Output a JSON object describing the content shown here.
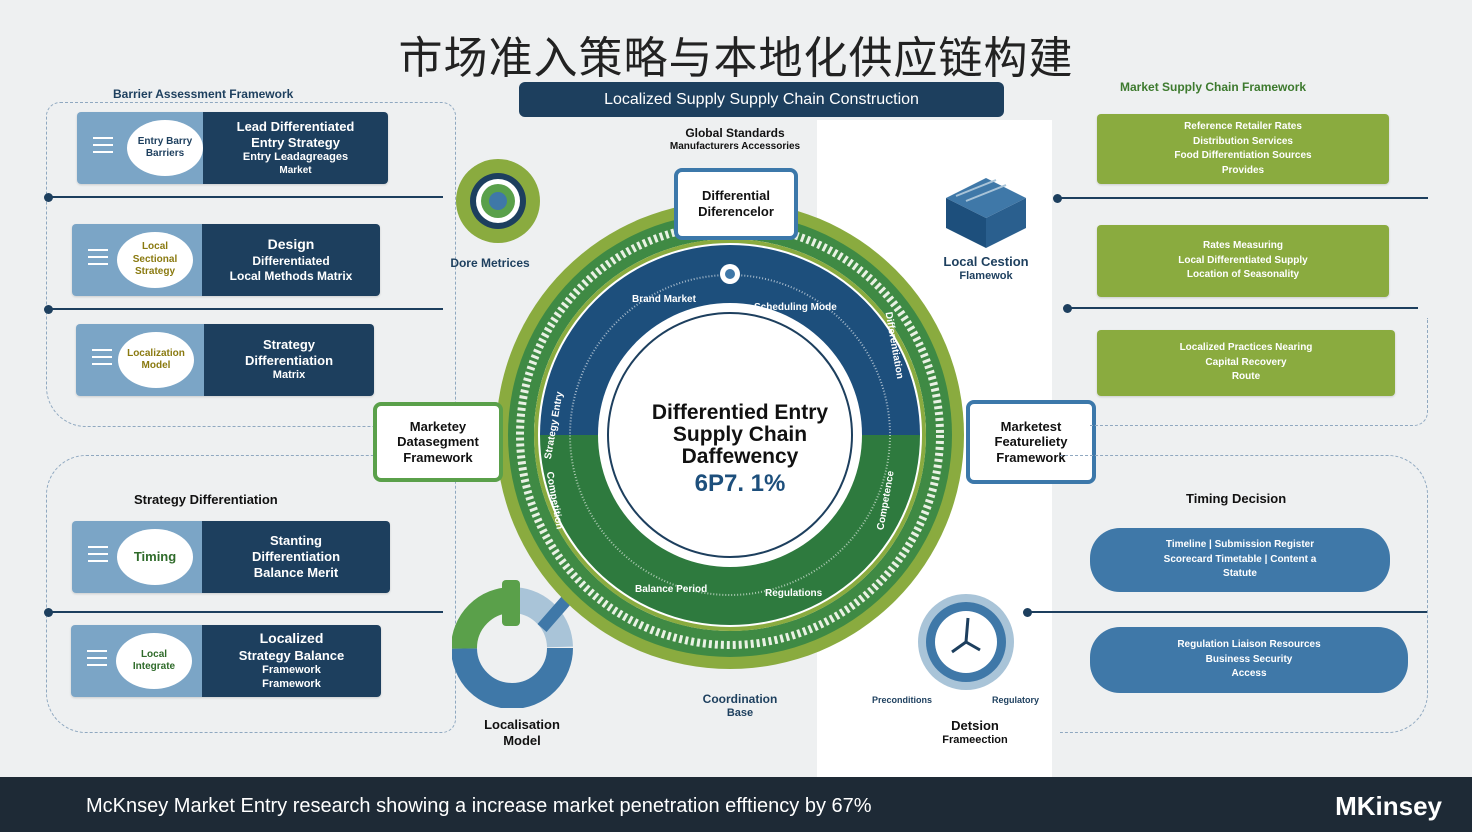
{
  "title": "市场准入策略与本地化供应链构建",
  "subtitle": "Localized Supply Supply Chain Construction",
  "left_section_head": "Barrier Assessment Framework",
  "left_cards": [
    {
      "bubble": "Entry Barry Barriers",
      "text": [
        "Lead Differentiated",
        "Entry Strategy",
        "Entry Leadagreages",
        "Market"
      ]
    },
    {
      "bubble": "Local Sectional Strategy",
      "text": [
        "Design",
        "Differentiated",
        "Local Methods Matrix"
      ]
    },
    {
      "bubble": "Localization Model",
      "text": [
        "Strategy",
        "Differentiation",
        "Matrix"
      ]
    }
  ],
  "left_section_head2": "Strategy Differentiation",
  "left_cards2": [
    {
      "bubble": "Timing",
      "text": [
        "Stanting",
        "Differentiation",
        "Balance Merit"
      ]
    },
    {
      "bubble": "Local Integrate",
      "text": [
        "Localized",
        "Strategy Balance",
        "Framework",
        "Framework"
      ]
    }
  ],
  "right_section_head": "Market Supply Chain Framework",
  "green_cards": [
    [
      "Reference Retailer Rates",
      "Distribution Services",
      "Food Differentiation Sources",
      "Provides"
    ],
    [
      "Rates Measuring",
      "Local Differentiated Supply",
      "Location of Seasonality"
    ],
    [
      "Localized Practices Nearing",
      "Capital Recovery",
      "Route"
    ]
  ],
  "right_section_head2": "Timing Decision",
  "blue_cards": [
    [
      "Timeline | Submission Register",
      "Scorecard Timetable | Content a",
      "Statute"
    ],
    [
      "Regulation Liaison Resources",
      "Business Security",
      "Access"
    ]
  ],
  "top_label": [
    "Global Standards",
    "Manufacturers Accessories"
  ],
  "top_box": [
    "Differential",
    "Diferencelor"
  ],
  "left_box": [
    "Marketey",
    "Datasegment",
    "Framework"
  ],
  "right_box": [
    "Marketest",
    "Featureliety",
    "Framework"
  ],
  "center": [
    "Differentied Entry",
    "Supply Chain",
    "Daffewency"
  ],
  "center_value": "6P7. 1%",
  "ring_top_labels": [
    "Brand Market",
    "Scheduling Mode"
  ],
  "ring_bottom_labels": [
    "Balance Period",
    "Regulations"
  ],
  "ring_side_labels": [
    "Strategy Entry",
    "Differentiation",
    "Competition",
    "Competence"
  ],
  "core_metrics_label": "Dore Metrices",
  "local_cost_label": [
    "Local Cestion",
    "Flamewok"
  ],
  "localisation_label": [
    "Localisation",
    "Model"
  ],
  "coordination_label": [
    "Coordination",
    "Base"
  ],
  "clock_labels": [
    "Preconditions",
    "Regulatory"
  ],
  "decision_label": [
    "Detsion",
    "Frameection"
  ],
  "footer_text": "McKnsey Market Entry research showing a increase market penetration efftiency by 67%",
  "footer_brand": "MKinsey",
  "colors": {
    "navy": "#1d3f5e",
    "green": "#5aa04a",
    "olive": "#8aab3f",
    "blue": "#3f78a8"
  }
}
